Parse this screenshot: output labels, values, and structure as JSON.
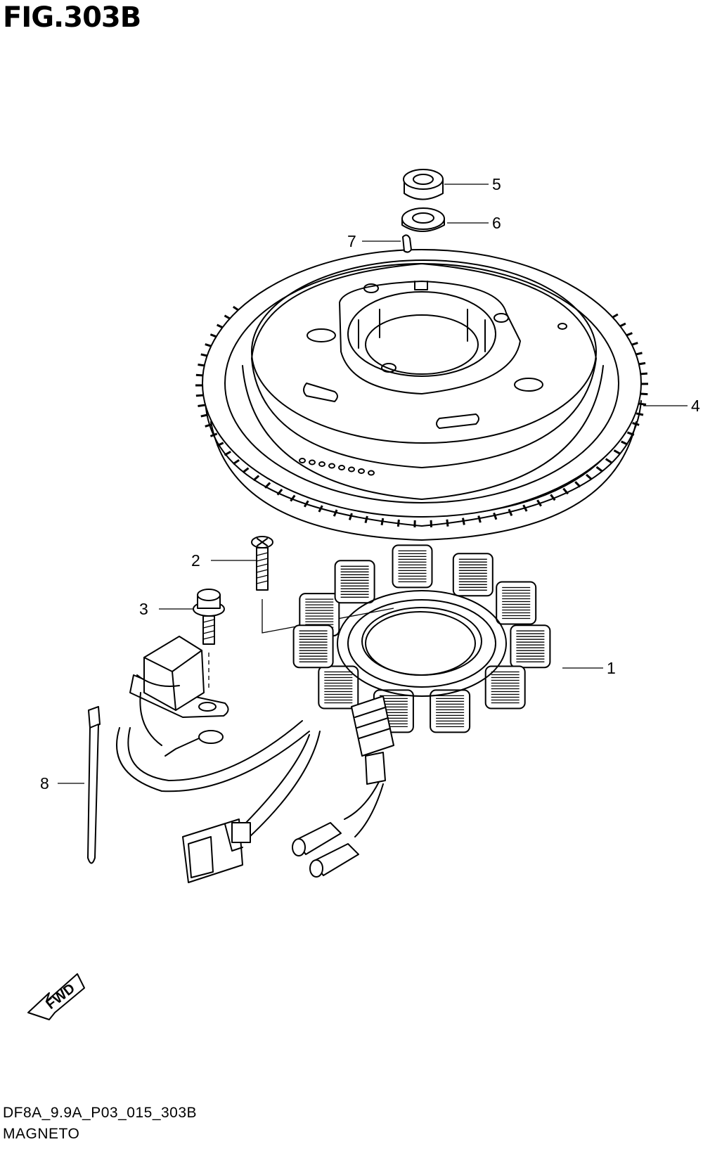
{
  "figure": {
    "title": "FIG.303B",
    "diagram_code": "DF8A_9.9A_P03_015_303B",
    "section_name": "MAGNETO"
  },
  "callouts": [
    {
      "number": "1",
      "part": "stator-assembly"
    },
    {
      "number": "2",
      "part": "stator-screw"
    },
    {
      "number": "3",
      "part": "pulser-coil-bolt"
    },
    {
      "number": "4",
      "part": "flywheel"
    },
    {
      "number": "5",
      "part": "flywheel-nut"
    },
    {
      "number": "6",
      "part": "flywheel-washer"
    },
    {
      "number": "7",
      "part": "flywheel-key"
    },
    {
      "number": "8",
      "part": "cable-tie"
    }
  ],
  "direction_indicator": {
    "label": "FWD",
    "icon": "forward-arrow-icon"
  }
}
